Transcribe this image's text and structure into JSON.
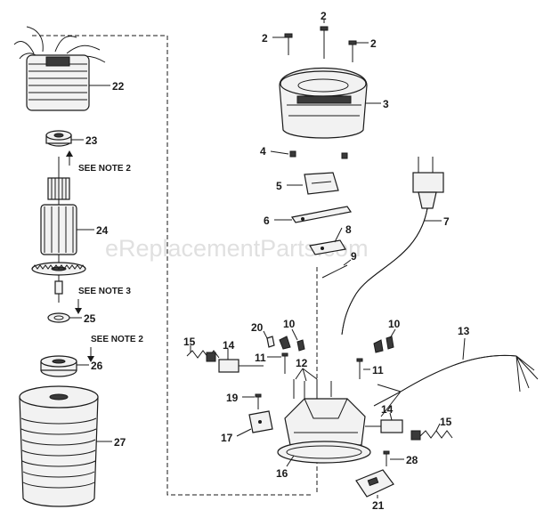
{
  "watermark": "eReplacementParts.com",
  "callouts": {
    "c2a": "2",
    "c2b": "2",
    "c2c": "2",
    "c3": "3",
    "c4": "4",
    "c5": "5",
    "c6": "6",
    "c7": "7",
    "c8": "8",
    "c9": "9",
    "c10a": "10",
    "c10b": "10",
    "c11a": "11",
    "c11b": "11",
    "c12": "12",
    "c13": "13",
    "c14a": "14",
    "c14b": "14",
    "c15a": "15",
    "c15b": "15",
    "c16": "16",
    "c17": "17",
    "c19": "19",
    "c20": "20",
    "c21": "21",
    "c22": "22",
    "c23": "23",
    "c24": "24",
    "c25": "25",
    "c26": "26",
    "c27": "27",
    "c28": "28"
  },
  "notes": {
    "note2a": "SEE NOTE 2",
    "note3": "SEE NOTE 3",
    "note2b": "SEE NOTE 2"
  }
}
